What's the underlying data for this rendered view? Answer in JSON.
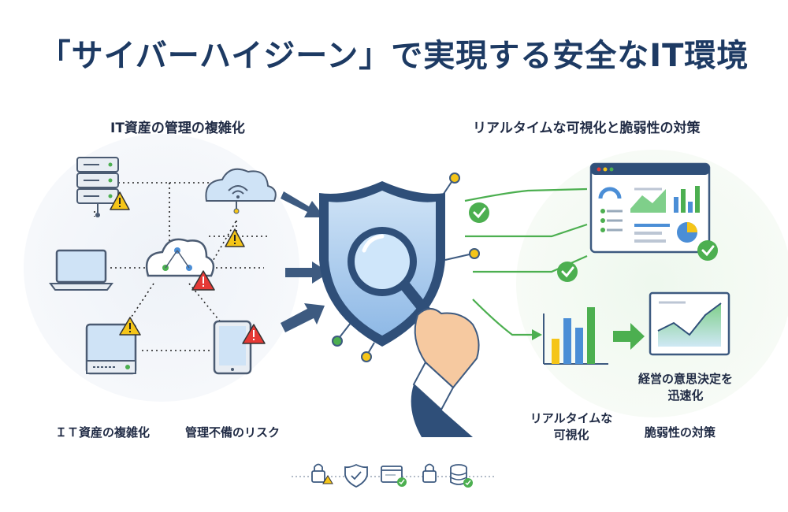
{
  "title": "「サイバーハイジーン」で実現する安全なIT環境",
  "left": {
    "subtitle": "IT資産の管理の複雑化",
    "labels": [
      "ＩＴ資産の複雑化",
      "管理不備のリスク"
    ]
  },
  "right": {
    "subtitle": "リアルタイムな可視化と脆弱性の対策",
    "label_realtime": [
      "リアルタイムな",
      "可視化"
    ],
    "label_decision": [
      "経営の意思決定を",
      "迅速化"
    ],
    "label_vuln": "脆弱性の対策"
  },
  "colors": {
    "navy": "#1d3a63",
    "shield_blue": "#a9cdef",
    "green": "#4caf50",
    "warning": "#f5c518",
    "danger": "#e53935"
  },
  "icons": [
    "server-icon",
    "cloud-wifi-icon",
    "laptop-icon",
    "network-cloud-icon",
    "device-icon",
    "tablet-icon",
    "shield-icon",
    "magnifier-icon",
    "hand-icon",
    "dashboard-icon",
    "bar-chart-icon",
    "line-chart-icon",
    "check-icon",
    "warning-icon",
    "lock-icon",
    "database-icon"
  ]
}
